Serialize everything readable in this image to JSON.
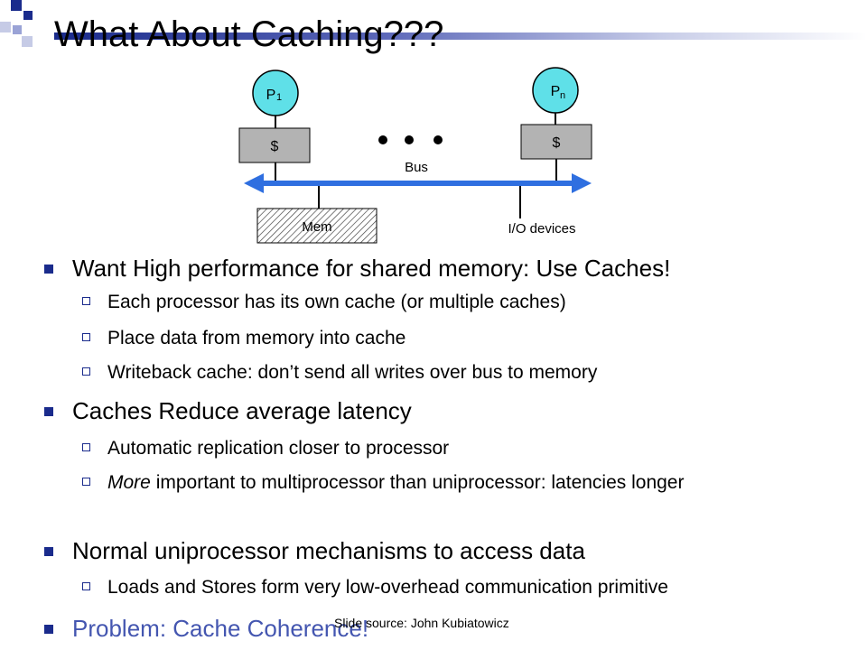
{
  "slide": {
    "title": "What About Caching???",
    "diagram": {
      "proc_left": "P",
      "proc_left_sub": "1",
      "proc_right": "P",
      "proc_right_sub": "n",
      "cache_left": "$",
      "cache_right": "$",
      "bus_label": "Bus",
      "mem_label": "Mem",
      "io_label": "I/O devices"
    },
    "bullets": [
      {
        "text": "Want High performance for shared memory: Use Caches!",
        "subs": [
          {
            "text": "Each processor has its own cache (or multiple caches)"
          },
          {
            "text": "Place data from memory into cache"
          },
          {
            "text": "Writeback cache: don’t send all writes over bus to memory"
          }
        ]
      },
      {
        "text": "Caches Reduce average latency",
        "subs": [
          {
            "text": "Automatic replication closer to processor"
          },
          {
            "em": "More",
            "text": " important to multiprocessor than uniprocessor: latencies longer"
          }
        ]
      },
      {
        "text": "Normal uniprocessor mechanisms to access data",
        "subs": [
          {
            "text": "Loads and Stores form very low-overhead communication primitive"
          }
        ]
      },
      {
        "text": "Problem: Cache Coherence!"
      }
    ],
    "footer": "Slide source: John Kubiatowicz",
    "colors": {
      "accent": "#1a2b8c",
      "node": "#5fe0e8",
      "box": "#b3b3b3",
      "bus": "#2f6fe0",
      "highlight": "#4456b0"
    }
  }
}
